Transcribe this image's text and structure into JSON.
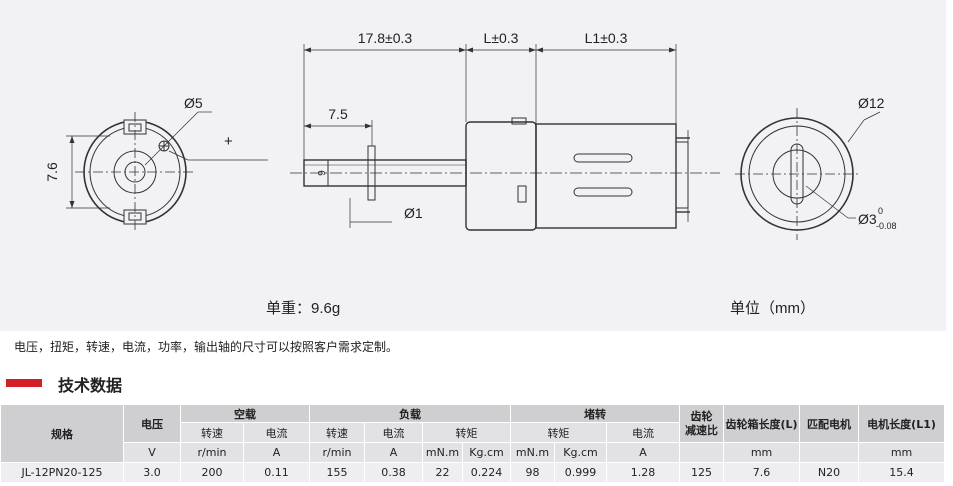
{
  "drawing": {
    "dim_top_1": "17.8±0.3",
    "dim_top_2": "L±0.3",
    "dim_top_3": "L1±0.3",
    "dim_shaft_len": "7.5",
    "dim_shaft_dia": "Ø1",
    "dim_left_dia": "Ø5",
    "dim_left_height": "7.6",
    "plus_sign": "+",
    "dim_right_dia": "Ø12",
    "dim_right_small_main": "Ø3",
    "dim_right_small_sup": "0",
    "dim_right_small_sub": "-0.08",
    "flat_mark": "6",
    "weight": "单重：9.6g",
    "unit": "单位（mm）"
  },
  "note": "电压，扭矩，转速，电流，功率，输出轴的尺寸可以按照客户需求定制。",
  "section": {
    "title": "技术数据",
    "accent": "#d41e25"
  },
  "table": {
    "h": {
      "model": "规格",
      "voltage": "电压",
      "noload": "空载",
      "load": "负载",
      "stall": "堵转",
      "ratio": "齿轮\n减速比",
      "gearbox_len": "齿轮箱长度(L)",
      "motor": "匹配电机",
      "motor_len": "电机长度(L1)",
      "speed": "转速",
      "current": "电流",
      "torque": "转矩"
    },
    "units": {
      "voltage": "V",
      "noload_speed": "r/min",
      "noload_current": "A",
      "load_speed": "r/min",
      "load_current": "A",
      "load_torque_1": "mN.m",
      "load_torque_2": "Kg.cm",
      "stall_torque_1": "mN.m",
      "stall_torque_2": "Kg.cm",
      "stall_current": "A",
      "gearbox_len": "mm",
      "motor_len": "mm"
    },
    "row": {
      "model": "JL-12PN20-125",
      "voltage": "3.0",
      "noload_speed": "200",
      "noload_current": "0.11",
      "load_speed": "155",
      "load_current": "0.38",
      "load_torque_1": "22",
      "load_torque_2": "0.224",
      "stall_torque_1": "98",
      "stall_torque_2": "0.999",
      "stall_current": "1.28",
      "ratio": "125",
      "gearbox_len": "7.6",
      "motor": "N20",
      "motor_len": "15.4"
    }
  }
}
